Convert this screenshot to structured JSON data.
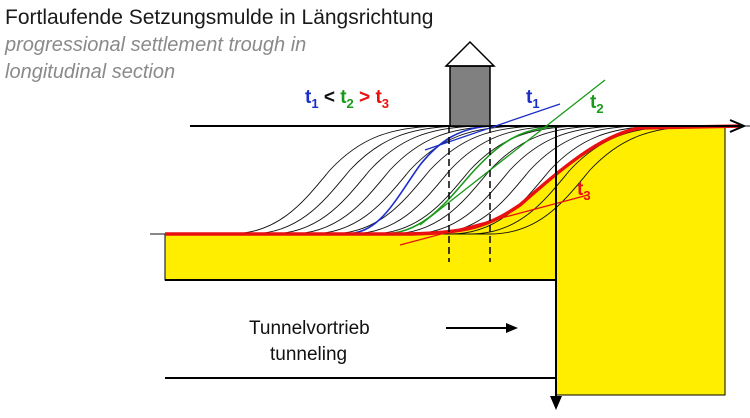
{
  "title": {
    "german": "Fortlaufende Setzungsmulde in Längsrichtung",
    "english_line1": "progressional settlement trough in",
    "english_line2": "longitudinal section"
  },
  "legend": {
    "t": "t",
    "sub1": "1",
    "sub2": "2",
    "sub3": "3",
    "lt": " < ",
    "gt": " > "
  },
  "labels": {
    "t1_base": "t",
    "t1_sub": "1",
    "t2_base": "t",
    "t2_sub": "2",
    "t3_base": "t",
    "t3_sub": "3"
  },
  "tunnel": {
    "german": "Tunnelvortrieb",
    "english": "tunneling"
  },
  "colors": {
    "ground": "#ffee00",
    "t1": "#1a2ec8",
    "t2": "#1a9a1a",
    "t3": "#e81010",
    "curves": "#111111",
    "building": "#808080"
  },
  "icons": {
    "building": "house-arrow-icon",
    "direction": "arrow-right-icon"
  }
}
